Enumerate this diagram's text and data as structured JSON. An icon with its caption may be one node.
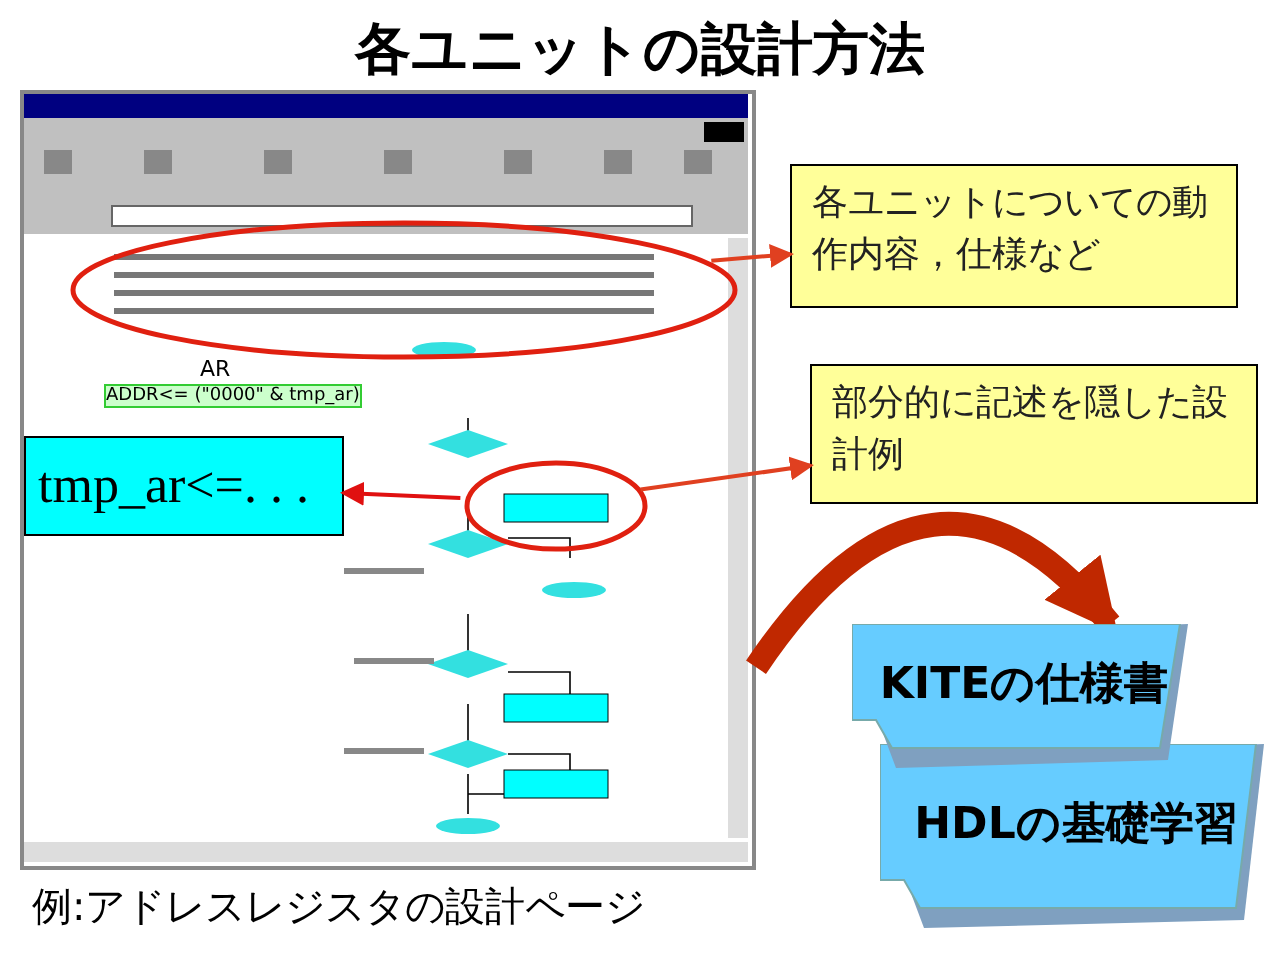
{
  "diagram": {
    "title": "各ユニットの設計方法",
    "nodes": [
      {
        "text": [],
        "shape": "picture"
      },
      {
        "text": [],
        "shape": "circle",
        "in": 0
      },
      {
        "text": [],
        "shape": "circle",
        "in": 0
      },
      {
        "text": [
          "各ユニットについての動作内容，仕様など"
        ]
      },
      {
        "text": [
          "部分的に記述を隠した設計例"
        ]
      },
      {
        "text": [
          "tmp_ar<=. . ."
        ],
        "in": 0
      },
      {
        "text": [
          "KITEの仕様書"
        ]
      },
      {
        "text": [
          "HDLの基礎学習"
        ]
      }
    ],
    "edges": [
      {
        "from": 1,
        "to": 3,
        "arrow": "to",
        "color": "#e04020"
      },
      {
        "from": 2,
        "to": 4,
        "arrow": "to",
        "color": "#e04020"
      },
      {
        "from": 2,
        "to": 5,
        "arrow": "to",
        "color": "#e01010"
      },
      {
        "from": 0,
        "to": 6,
        "arrow": "to",
        "style": "thick",
        "color": "#c02800"
      }
    ],
    "labels": [
      "AR",
      "ADDR<= (\"0000\" & tmp_ar)",
      "例:アドレスレジスタの設計ページ"
    ]
  }
}
